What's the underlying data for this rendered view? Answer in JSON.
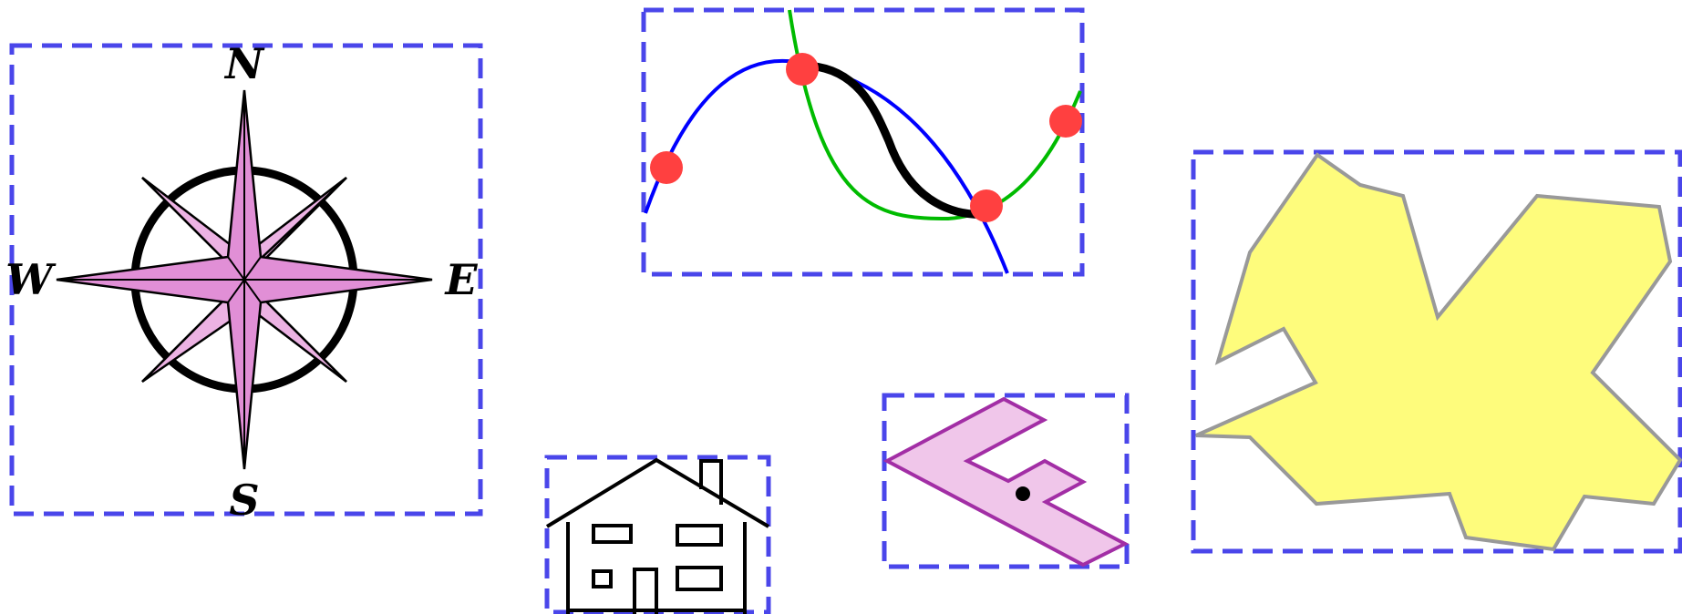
{
  "compass": {
    "north": "N",
    "south": "S",
    "east": "E",
    "west": "W",
    "fill_color": "#e18fd6",
    "accent_color": "#ecb2e3"
  },
  "curves": {
    "blue_color": "#0000ff",
    "green_color": "#00bb00",
    "path_color": "#000000",
    "marker_color": "#ff4040"
  },
  "house": {
    "stroke_color": "#000000"
  },
  "l_shape": {
    "fill_color": "#f0c6ea",
    "stroke_color": "#a22ea5"
  },
  "polygon": {
    "fill_color": "#fefc7c",
    "stroke_color": "#999999"
  },
  "frame_color": "#4a46ea"
}
